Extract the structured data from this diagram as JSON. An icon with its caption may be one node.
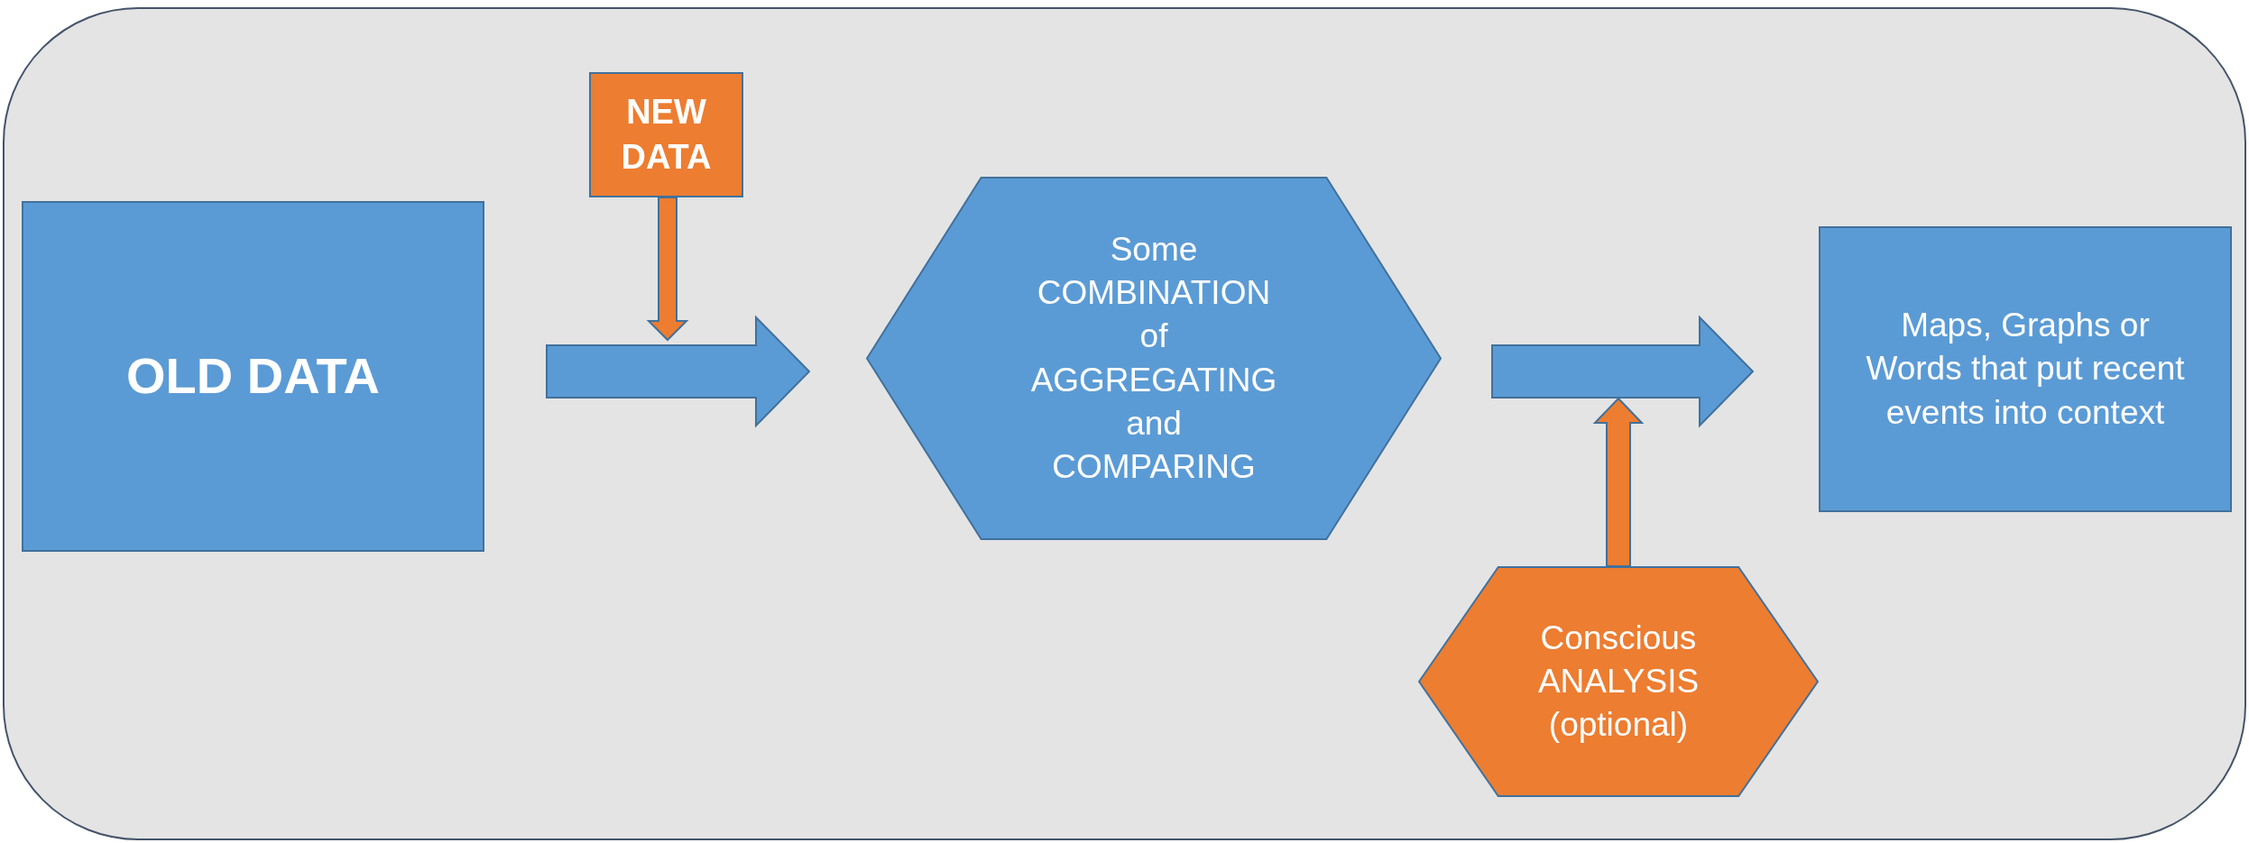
{
  "diagram": {
    "nodes": [
      {
        "text": [
          "OLD DATA"
        ]
      },
      {
        "text": [
          "NEW DATA"
        ]
      },
      {
        "text": [
          "Some COMBINATION of AGGREGATING and COMPARING"
        ]
      },
      {
        "text": [
          "Maps, Graphs or Words that put recent events into context"
        ]
      },
      {
        "text": [
          "Conscious ANALYSIS (optional)"
        ]
      }
    ],
    "edges": [
      {
        "from": 0,
        "to": 2,
        "arrow": "to"
      },
      {
        "from": 1,
        "to": null,
        "arrow": "to"
      },
      {
        "from": 2,
        "to": 3,
        "arrow": "to"
      },
      {
        "from": 4,
        "to": null,
        "arrow": "to"
      }
    ]
  }
}
